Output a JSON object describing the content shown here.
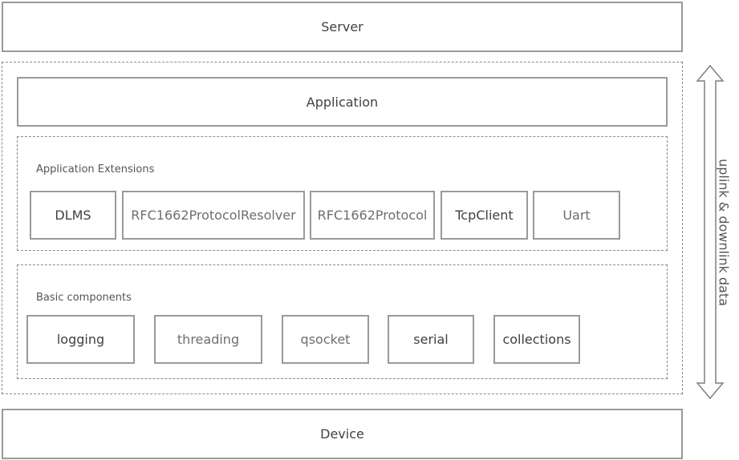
{
  "server": {
    "label": "Server"
  },
  "device": {
    "label": "Device"
  },
  "application": {
    "label": "Application"
  },
  "extensions": {
    "title": "Application Extensions",
    "items": [
      "DLMS",
      "RFC1662ProtocolResolver",
      "RFC1662Protocol",
      "TcpClient",
      "Uart"
    ]
  },
  "basic": {
    "title": "Basic components",
    "items": [
      "logging",
      "threading",
      "qsocket",
      "serial",
      "collections"
    ]
  },
  "side": {
    "label": "uplink & downlink data"
  }
}
